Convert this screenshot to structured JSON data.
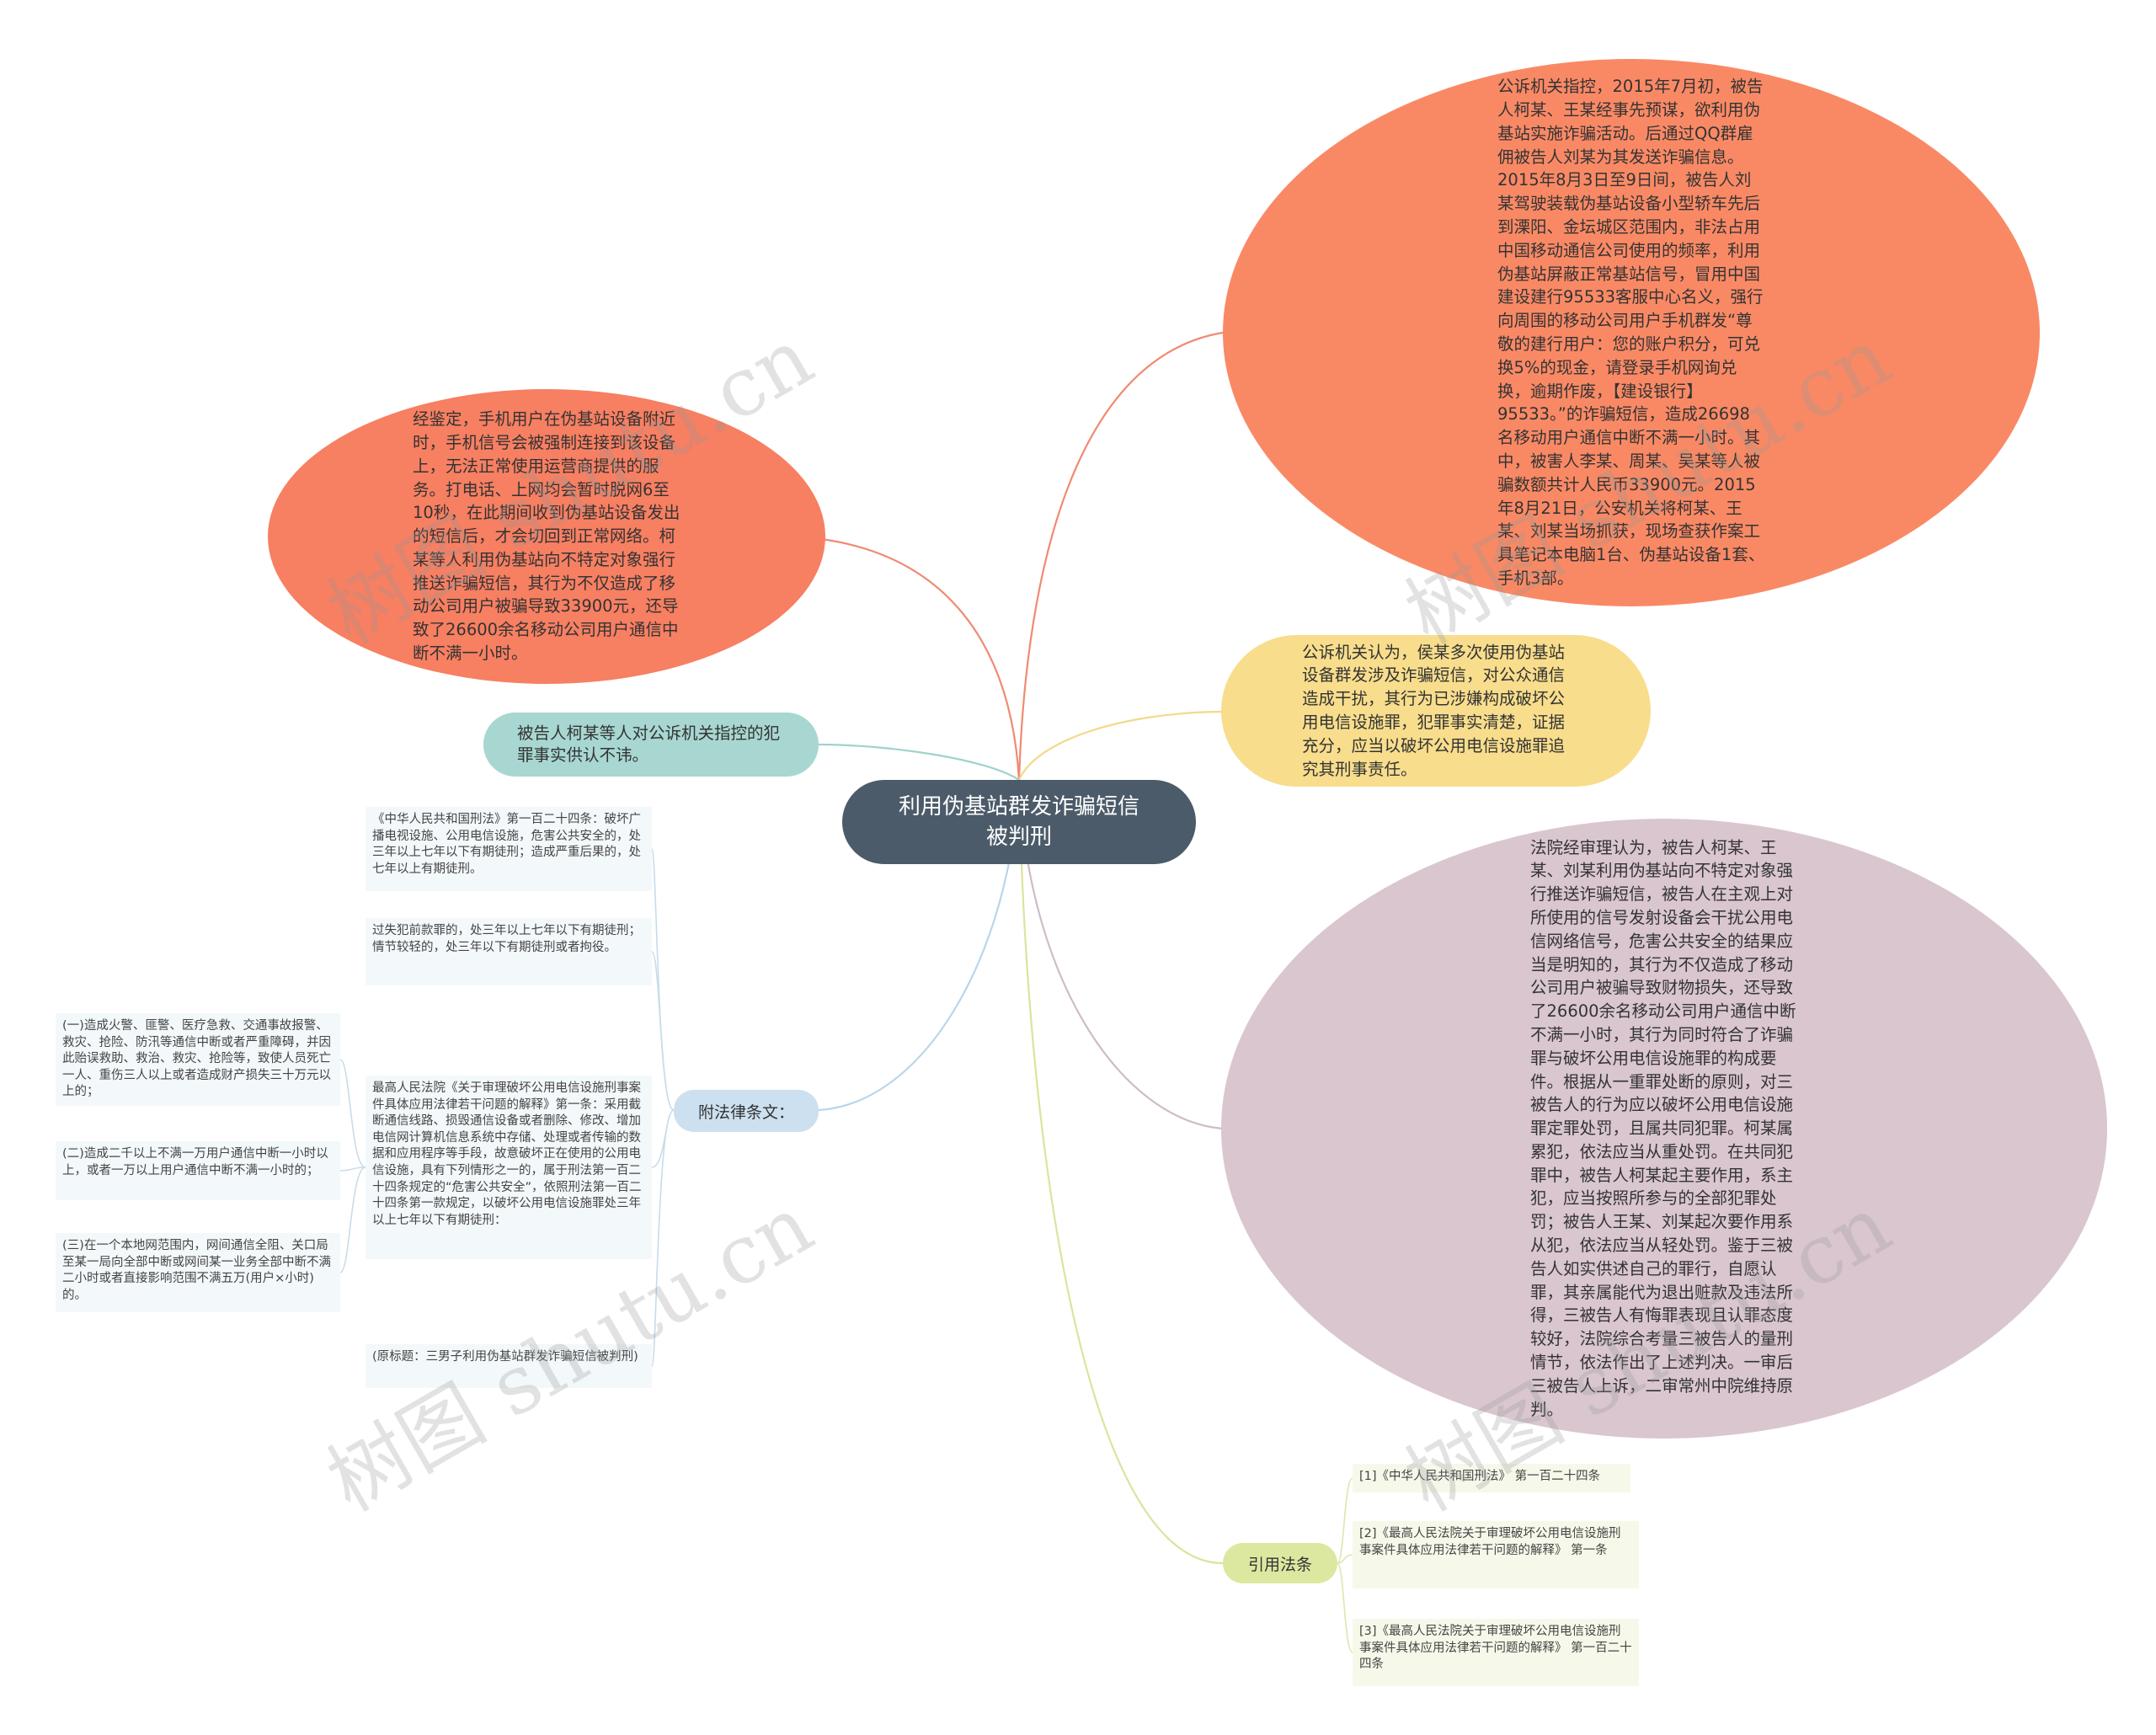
{
  "center": {
    "title": "利用伪基站群发诈骗短信被判刑"
  },
  "nodes": {
    "top_left": "经鉴定，手机用户在伪基站设备附近时，手机信号会被强制连接到该设备上，无法正常使用运营商提供的服务。打电话、上网均会暂时脱网6至10秒，在此期间收到伪基站设备发出的短信后，才会切回到正常网络。柯某等人利用伪基站向不特定对象强行推送诈骗短信，其行为不仅造成了移动公司用户被骗导致33900元，还导致了26600余名移动公司用户通信中断不满一小时。",
    "top_right": "公诉机关指控，2015年7月初，被告人柯某、王某经事先预谋，欲利用伪基站实施诈骗活动。后通过QQ群雇佣被告人刘某为其发送诈骗信息。2015年8月3日至9日间，被告人刘某驾驶装载伪基站设备小型轿车先后到溧阳、金坛城区范围内，非法占用中国移动通信公司使用的频率，利用伪基站屏蔽正常基站信号，冒用中国建设建行95533客服中心名义，强行向周围的移动公司用户手机群发“尊敬的建行用户：您的账户积分，可兑换5%的现金，请登录手机网询兑换，逾期作废，【建设银行】95533。”的诈骗短信，造成26698名移动用户通信中断不满一小时。其中，被害人李某、周某、吴某等人被骗数额共计人民币33900元。2015年8月21日，公安机关将柯某、王某、刘某当场抓获，现场查获作案工具笔记本电脑1台、伪基站设备1套、手机3部。",
    "yellow": "公诉机关认为，侯某多次使用伪基站设备群发涉及诈骗短信，对公众通信造成干扰，其行为已涉嫌构成破坏公用电信设施罪，犯罪事实清楚，证据充分，应当以破坏公用电信设施罪追究其刑事责任。",
    "mauve": "法院经审理认为，被告人柯某、王某、刘某利用伪基站向不特定对象强行推送诈骗短信，被告人在主观上对所使用的信号发射设备会干扰公用电信网络信号，危害公共安全的结果应当是明知的，其行为不仅造成了移动公司用户被骗导致财物损失，还导致了26600余名移动公司用户通信中断不满一小时，其行为同时符合了诈骗罪与破坏公用电信设施罪的构成要件。根据从一重罪处断的原则，对三被告人的行为应以破坏公用电信设施罪定罪处罚，且属共同犯罪。柯某属累犯，依法应当从重处罚。在共同犯罪中，被告人柯某起主要作用，系主犯，应当按照所参与的全部犯罪处罚；被告人王某、刘某起次要作用系从犯，依法应当从轻处罚。鉴于三被告人如实供述自己的罪行，自愿认罪，其亲属能代为退出赃款及违法所得，三被告人有悔罪表现且认罪态度较好，法院综合考量三被告人的量刑情节，依法作出了上述判决。一审后三被告人上诉，二审常州中院维持原判。",
    "teal": "被告人柯某等人对公诉机关指控的犯罪事实供认不讳。",
    "appendix": "附法律条文：",
    "cited": "引用法条"
  },
  "laws": [
    "《中华人民共和国刑法》第一百二十四条：破坏广播电视设施、公用电信设施，危害公共安全的，处三年以上七年以下有期徒刑；造成严重后果的，处七年以上有期徒刑。",
    "过失犯前款罪的，处三年以上七年以下有期徒刑；情节较轻的，处三年以下有期徒刑或者拘役。",
    "最高人民法院《关于审理破坏公用电信设施刑事案件具体应用法律若干问题的解释》第一条：采用截断通信线路、损毁通信设备或者删除、修改、增加电信网计算机信息系统中存储、处理或者传输的数据和应用程序等手段，故意破坏正在使用的公用电信设施，具有下列情形之一的，属于刑法第一百二十四条规定的“危害公共安全”，依照刑法第一百二十四条第一款规定，以破坏公用电信设施罪处三年以上七年以下有期徒刑：",
    "(原标题：三男子利用伪基站群发诈骗短信被判刑)"
  ],
  "sub_items": [
    "(一)造成火警、匪警、医疗急救、交通事故报警、救灾、抢险、防汛等通信中断或者严重障碍，并因此贻误救助、救治、救灾、抢险等，致使人员死亡一人、重伤三人以上或者造成财产损失三十万元以上的；",
    "(二)造成二千以上不满一万用户通信中断一小时以上，或者一万以上用户通信中断不满一小时的；",
    "(三)在一个本地网范围内，网间通信全阻、关口局至某一局向全部中断或网间某一业务全部中断不满二小时或者直接影响范围不满五万(用户×小时)的。"
  ],
  "refs": [
    "[1]《中华人民共和国刑法》 第一百二十四条",
    "[2]《最高人民法院关于审理破坏公用电信设施刑事案件具体应用法律若干问题的解释》 第一条",
    "[3]《最高人民法院关于审理破坏公用电信设施刑事案件具体应用法律若干问题的解释》 第一百二十四条"
  ],
  "watermark": "树图 shutu.cn",
  "colors": {
    "center": "#4c5b69",
    "top_left": "#f77f62",
    "top_right": "#f98965",
    "yellow": "#f8dd8c",
    "mauve": "#d9c6cf",
    "teal": "#a7d7d0",
    "appendix": "#cde0ef",
    "cited": "#dce8a0"
  }
}
